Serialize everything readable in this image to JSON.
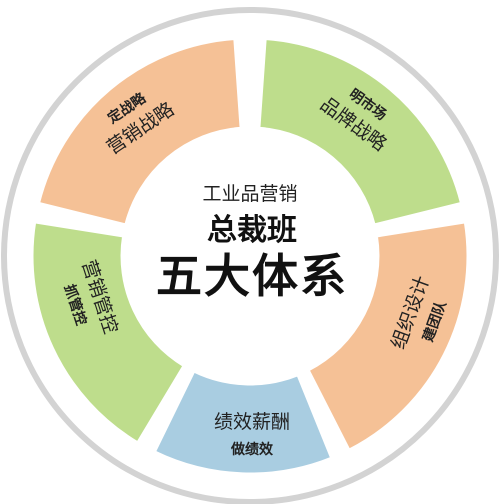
{
  "center": {
    "subtitle": "工业品营销",
    "title": "总裁班",
    "headline": "五大体系"
  },
  "segments": [
    {
      "id": "strategy",
      "tag": "定战略",
      "label": "营销战略",
      "color": "#f5c196"
    },
    {
      "id": "brand",
      "tag": "明市场",
      "label": "品牌战略",
      "color": "#bedd8c"
    },
    {
      "id": "org",
      "tag": "建团队",
      "label": "组织设计",
      "color": "#f5c196"
    },
    {
      "id": "pay",
      "tag": "做绩效",
      "label": "绩效薪酬",
      "color": "#a9cde1"
    },
    {
      "id": "control",
      "tag": "抓管控",
      "label": "营销管控",
      "color": "#bedd8c"
    }
  ],
  "colors": {
    "outer_ring": "#d3d3d3",
    "center_fill": "#ffffff",
    "text": "#222222"
  }
}
